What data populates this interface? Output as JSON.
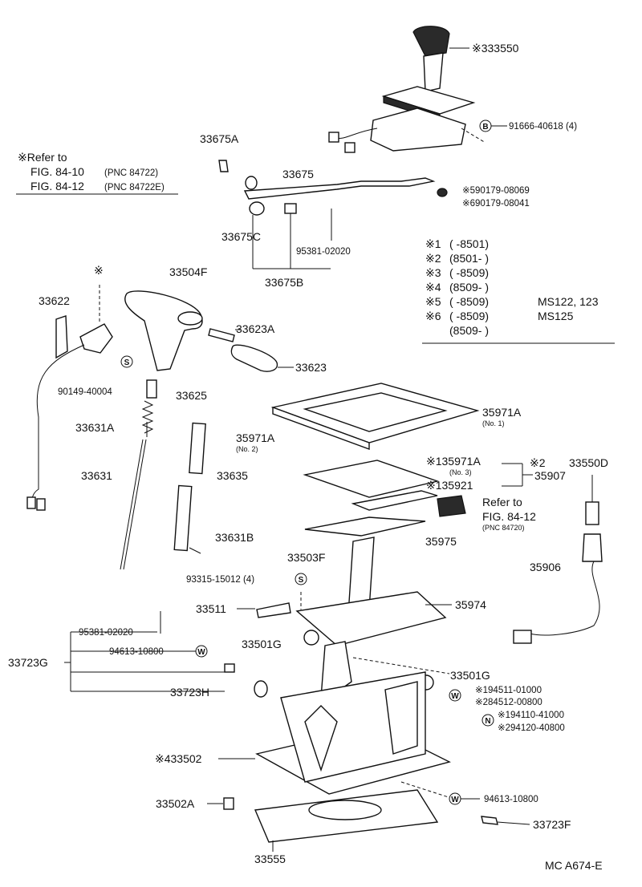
{
  "refer_note": {
    "title": "※Refer to",
    "line1": "FIG. 84-10",
    "line1_pnc": "(PNC 84722)",
    "line2": "FIG. 84-12",
    "line2_pnc": "(PNC 84722E)"
  },
  "labels": {
    "p33550": "※333550",
    "p91666": "91666-40618 (4)",
    "p90179_5": "※590179-08069",
    "p90179_6": "※690179-08041",
    "p33675A": "33675A",
    "p33675": "33675",
    "p33675C": "33675C",
    "p95381a": "95381-02020",
    "p33675B": "33675B",
    "p33504F": "33504F",
    "p33622": "33622",
    "asterisk": "※",
    "p33623A": "33623A",
    "p33623": "33623",
    "p90149": "90149-40004",
    "p33625": "33625",
    "p33631A": "33631A",
    "p33631": "33631",
    "p33635": "33635",
    "p33631B": "33631B",
    "p35971A_1": "35971A",
    "p35971A_1_sub": "(No. 1)",
    "p35971A_2": "35971A",
    "p35971A_2_sub": "(No. 2)",
    "p35971A_3": "※135971A",
    "p35971A_3_sub": "(No. 3)",
    "p35921": "※135921",
    "p_ast2": "※2",
    "p35907": "35907",
    "p33550D": "33550D",
    "refer2_line1": "Refer to",
    "refer2_line2": "FIG. 84-12",
    "refer2_line3": "(PNC 84720)",
    "p35975": "35975",
    "p33503F": "33503F",
    "p35906": "35906",
    "p93315": "93315-15012 (4)",
    "p33511": "33511",
    "p35974": "35974",
    "p95381b": "95381-02020",
    "p94613a": "94613-10800",
    "p33723G": "33723G",
    "p33501G_a": "33501G",
    "p33501G_b": "33501G",
    "p33723H": "33723H",
    "p94511": "※194511-01000",
    "p84512": "※284512-00800",
    "p94110": "※194110-41000",
    "p94120": "※294120-40800",
    "p33502": "※433502",
    "p33502A": "33502A",
    "p94613b": "94613-10800",
    "p33723F": "33723F",
    "p33555": "33555",
    "footer": "MC  A674-E"
  },
  "circle_marks": {
    "B": "B",
    "S": "S",
    "W": "W",
    "N": "N"
  },
  "legend_table": {
    "rows": [
      {
        "mark": "※1",
        "range": "(     -8501)",
        "model": ""
      },
      {
        "mark": "※2",
        "range": "(8501-     )",
        "model": ""
      },
      {
        "mark": "※3",
        "range": "(     -8509)",
        "model": ""
      },
      {
        "mark": "※4",
        "range": "(8509-     )",
        "model": ""
      },
      {
        "mark": "※5",
        "range": "(     -8509)",
        "model": "MS122, 123"
      },
      {
        "mark": "※6",
        "range": "(     -8509)",
        "model": "MS125"
      },
      {
        "mark": "",
        "range": "(8509-     )",
        "model": ""
      }
    ]
  }
}
